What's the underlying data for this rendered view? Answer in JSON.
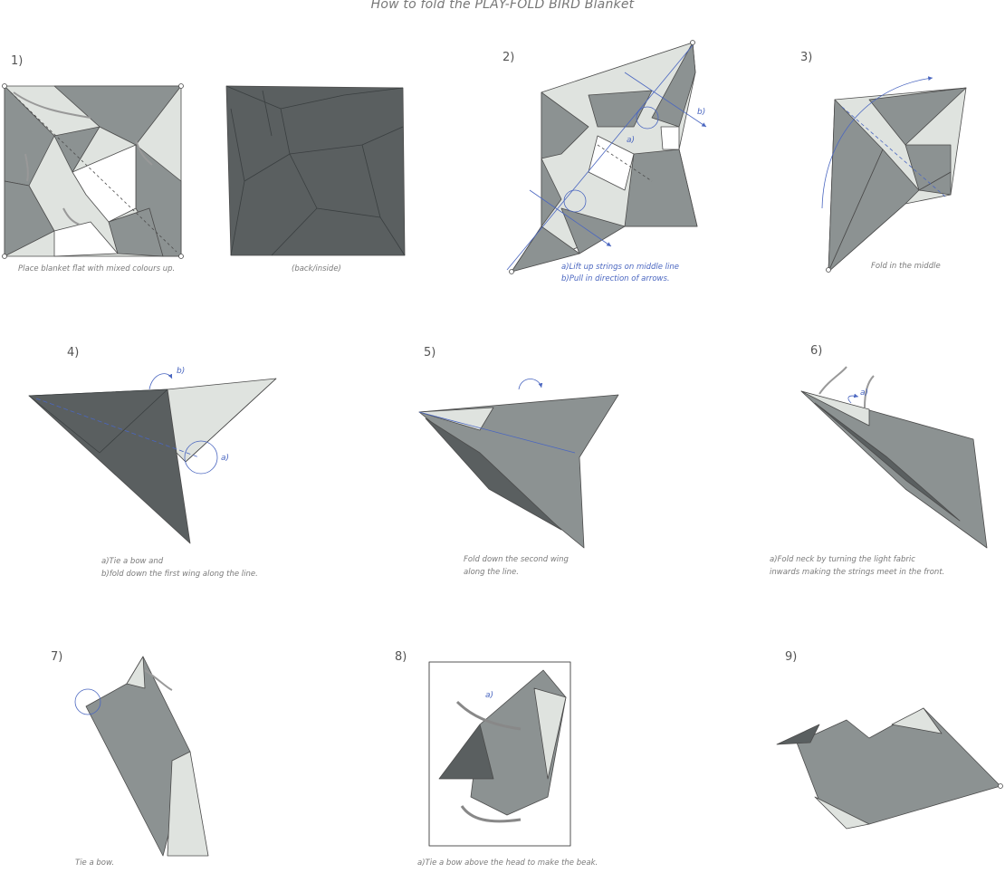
{
  "title": "How to fold the PLAY-FOLD BIRD Blanket",
  "steps": [
    {
      "num": "1)",
      "captions": [
        "Place blanket flat with mixed colours up.",
        "(back/inside)"
      ]
    },
    {
      "num": "2)",
      "captions": [
        "a)Lift up strings on middle line",
        "b)Pull in direction of arrows."
      ]
    },
    {
      "num": "3)",
      "captions": [
        "Fold in the middle"
      ]
    },
    {
      "num": "4)",
      "captions": [
        "a)Tie a bow and",
        "b)fold down the first wing along the line."
      ]
    },
    {
      "num": "5)",
      "captions": [
        "Fold down the second wing",
        "along the line."
      ]
    },
    {
      "num": "6)",
      "captions": [
        "a)Fold neck by turning the light fabric",
        "inwards making the strings meet in the front."
      ]
    },
    {
      "num": "7)",
      "captions": [
        "Tie a bow."
      ]
    },
    {
      "num": "8)",
      "captions": [
        "a)Tie a bow above the head to make the beak."
      ]
    },
    {
      "num": "9)",
      "captions": []
    }
  ],
  "diagram_labels": {
    "a": "a)",
    "b": "b)"
  },
  "colors": {
    "dark": "#5a5f60",
    "mid": "#8c9292",
    "light": "#dfe3df",
    "arrow": "#4a66c0",
    "line": "#4b4b4b"
  }
}
